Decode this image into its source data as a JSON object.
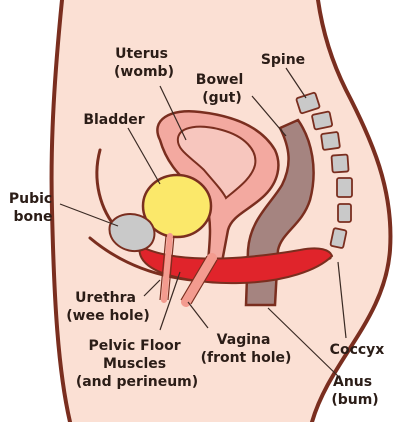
{
  "labels": {
    "uterus": [
      "Uterus",
      "(womb)"
    ],
    "bowel": [
      "Bowel",
      "(gut)"
    ],
    "spine": [
      "Spine"
    ],
    "bladder": [
      "Bladder"
    ],
    "pubic_bone": [
      "Pubic",
      "bone"
    ],
    "urethra": [
      "Urethra",
      "(wee hole)"
    ],
    "pelvic_floor": [
      "Pelvic Floor",
      "Muscles",
      "(and perineum)"
    ],
    "vagina": [
      "Vagina",
      "(front hole)"
    ],
    "coccyx": [
      "Coccyx"
    ],
    "anus": [
      "Anus",
      "(bum)"
    ]
  },
  "colors": {
    "skin": "#fbe0d4",
    "outline": "#7a2e1f",
    "uterus": "#f3a9a0",
    "uterus_inner": "#f7c6be",
    "bladder": "#fbe86a",
    "bone": "#c9c9c9",
    "bowel": "#a58480",
    "muscle": "#e0242b",
    "passage": "#f39b8f",
    "text": "#2b1d17"
  }
}
